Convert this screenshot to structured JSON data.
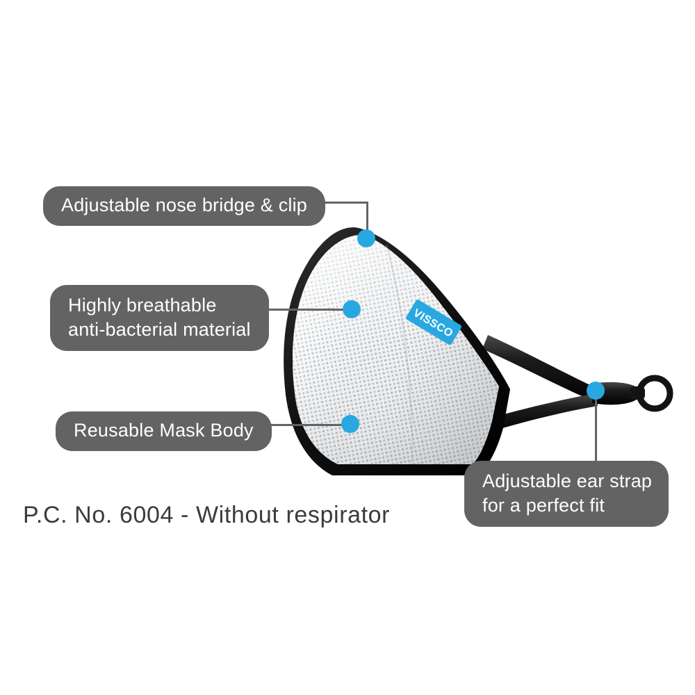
{
  "product": {
    "brand": "VISSCO",
    "caption": "P.C. No. 6004 - Without respirator"
  },
  "colors": {
    "accent_blue": "#29a8e0",
    "callout_grey": "#636363",
    "trim_black": "#161616",
    "mesh_white": "#f4f5f6",
    "caption_grey": "#3b3b3b",
    "background": "#ffffff"
  },
  "callouts": [
    {
      "id": "nose-bridge",
      "lines": [
        "Adjustable nose bridge & clip"
      ],
      "text": "Adjustable nose bridge & clip"
    },
    {
      "id": "breathable",
      "lines": [
        "Highly breathable",
        "anti-bacterial material"
      ],
      "text": "Highly breathable anti-bacterial material"
    },
    {
      "id": "reusable-body",
      "lines": [
        "Reusable Mask Body"
      ],
      "text": "Reusable Mask Body"
    },
    {
      "id": "ear-strap",
      "lines": [
        "Adjustable ear strap",
        "for a perfect fit"
      ],
      "text": "Adjustable ear strap for a perfect fit"
    }
  ]
}
